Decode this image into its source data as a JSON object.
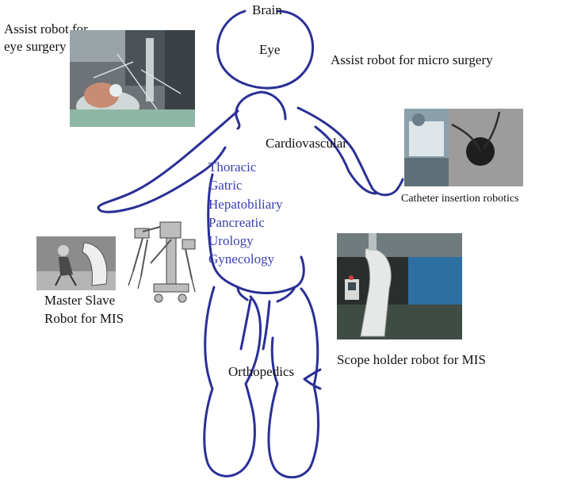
{
  "labels": {
    "brain": "Brain",
    "eye": "Eye",
    "micro_surgery": "Assist robot for micro surgery",
    "eye_surgery_line1": "Assist robot for",
    "eye_surgery_line2": "eye surgery",
    "cardiovascular": "Cardiovascular",
    "catheter": "Catheter insertion robotics",
    "master_slave_line1": "Master Slave",
    "master_slave_line2": "Robot for MIS",
    "scope_holder": "Scope holder robot for MIS",
    "orthopedics": "Orthopedics"
  },
  "organs": [
    "Thoracic",
    "Gatric",
    "Hepatobiliary",
    "Pancreatic",
    "Urology",
    "Gynecology"
  ],
  "colors": {
    "body_stroke": "#2a2f96",
    "organ_text": "#3a3fb0",
    "label_text": "#111111"
  }
}
